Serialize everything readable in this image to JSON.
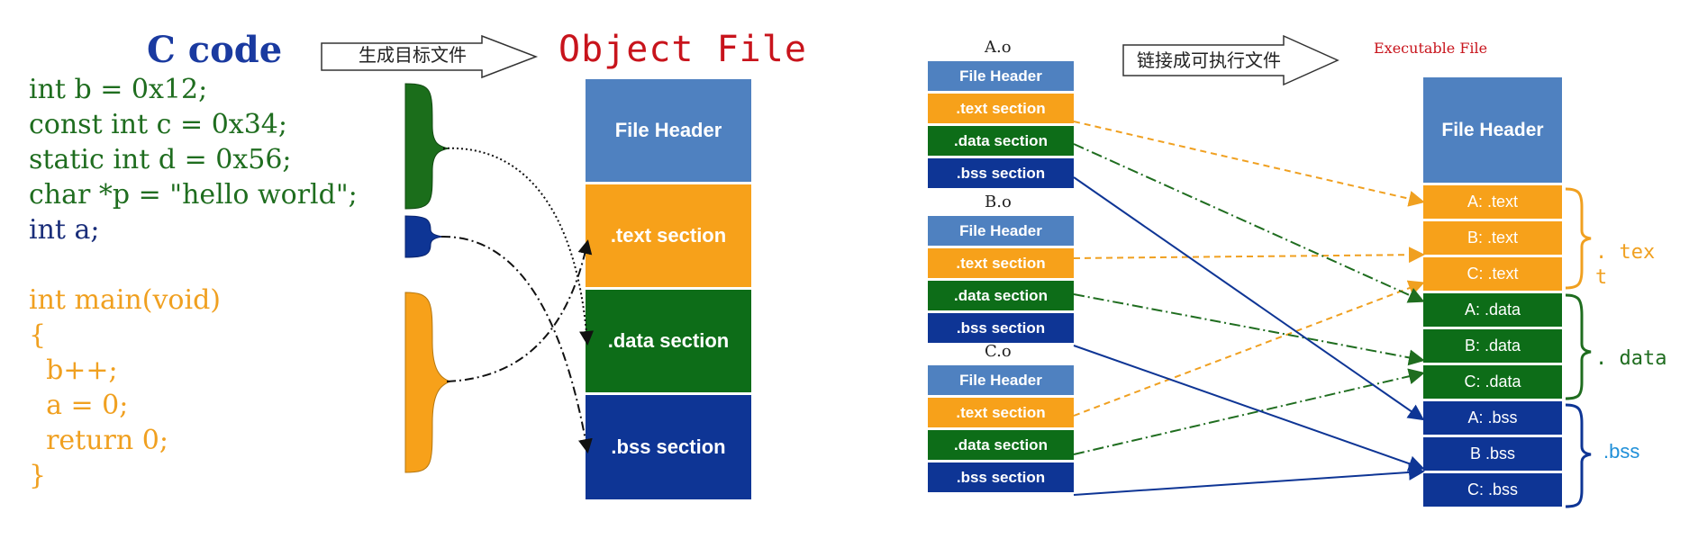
{
  "left": {
    "title_code": "C code",
    "title_object": "Object File",
    "arrow_label": "生成目标文件",
    "code_lines": [
      "int b = 0x12;",
      "const int c = 0x34;",
      "static int d = 0x56;",
      "char *p = \"hello world\";",
      "int a;",
      "int main(void)",
      "{",
      "  b++;",
      "  a = 0;",
      "  return 0;",
      "}"
    ],
    "sections": {
      "header": "File Header",
      "text": ".text section",
      "data": ".data section",
      "bss": ".bss section"
    }
  },
  "right": {
    "arrow_label": "链接成可执行文件",
    "exec_title": "Executable File",
    "objects": [
      {
        "name": "A.o",
        "header": "File Header",
        "text": ".text section",
        "data": ".data section",
        "bss": ".bss section"
      },
      {
        "name": "B.o",
        "header": "File Header",
        "text": ".text section",
        "data": ".data section",
        "bss": ".bss section"
      },
      {
        "name": "C.o",
        "header": "File Header",
        "text": ".text section",
        "data": ".data section",
        "bss": ".bss section"
      }
    ],
    "exec": {
      "header": "File Header",
      "text": [
        "A: .text",
        "B: .text",
        "C: .text"
      ],
      "data": [
        "A: .data",
        "B: .data",
        "C: .data"
      ],
      "bss": [
        "A: .bss",
        "B .bss",
        "C: .bss"
      ]
    },
    "brace_labels": {
      "text_line1": ". tex",
      "text_line2": "t",
      "data": ". data",
      "bss": ".bss"
    }
  },
  "colors": {
    "header": "#4f81c0",
    "text": "#f7a11a",
    "data": "#0d6d18",
    "bss": "#0e3595"
  }
}
